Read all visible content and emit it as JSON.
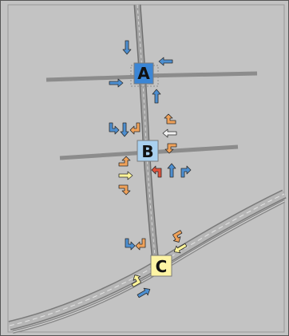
{
  "map": {
    "colors": {
      "background": "#c3c3c3",
      "border": "#555555",
      "road": "#8c8c8c",
      "road_edge": "#6f6f6f",
      "road_light": "#d8d8d8",
      "arrow_blue": "#4d8fd1",
      "arrow_orange": "#f0a25a",
      "arrow_yellow": "#fff59a",
      "arrow_white": "#f2f2f2",
      "arrow_red": "#e0523b"
    },
    "intersections": [
      {
        "id": "A",
        "label": "A",
        "color": "#3b86d6"
      },
      {
        "id": "B",
        "label": "B",
        "color": "#a9d0ef"
      },
      {
        "id": "C",
        "label": "C",
        "color": "#fdf4a4"
      }
    ],
    "icons": [
      "turn-arrow-icon",
      "straight-arrow-icon"
    ]
  }
}
